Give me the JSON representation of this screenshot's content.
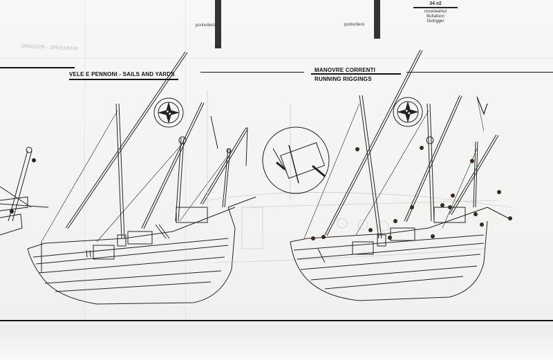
{
  "sections": {
    "left_title": "VELE E PENNONI - SAILS AND YARDS",
    "right_title_line1": "MANOVRE CORRENTI",
    "right_title_line2": "RUNNING RIGGINGS",
    "mirrored_title": "MANOVRE - RIGGING"
  },
  "top_labels": {
    "deck_left": "ponte/deck",
    "deck_right": "ponte/deck"
  },
  "parts_code": {
    "code": "34 e2",
    "line1": "noce/walnut",
    "line2": "Buttafuori",
    "line3": "Outrigger"
  },
  "colors": {
    "ink": "#111111",
    "paper": "#f5f5f4",
    "ghost": "#cccccc"
  }
}
